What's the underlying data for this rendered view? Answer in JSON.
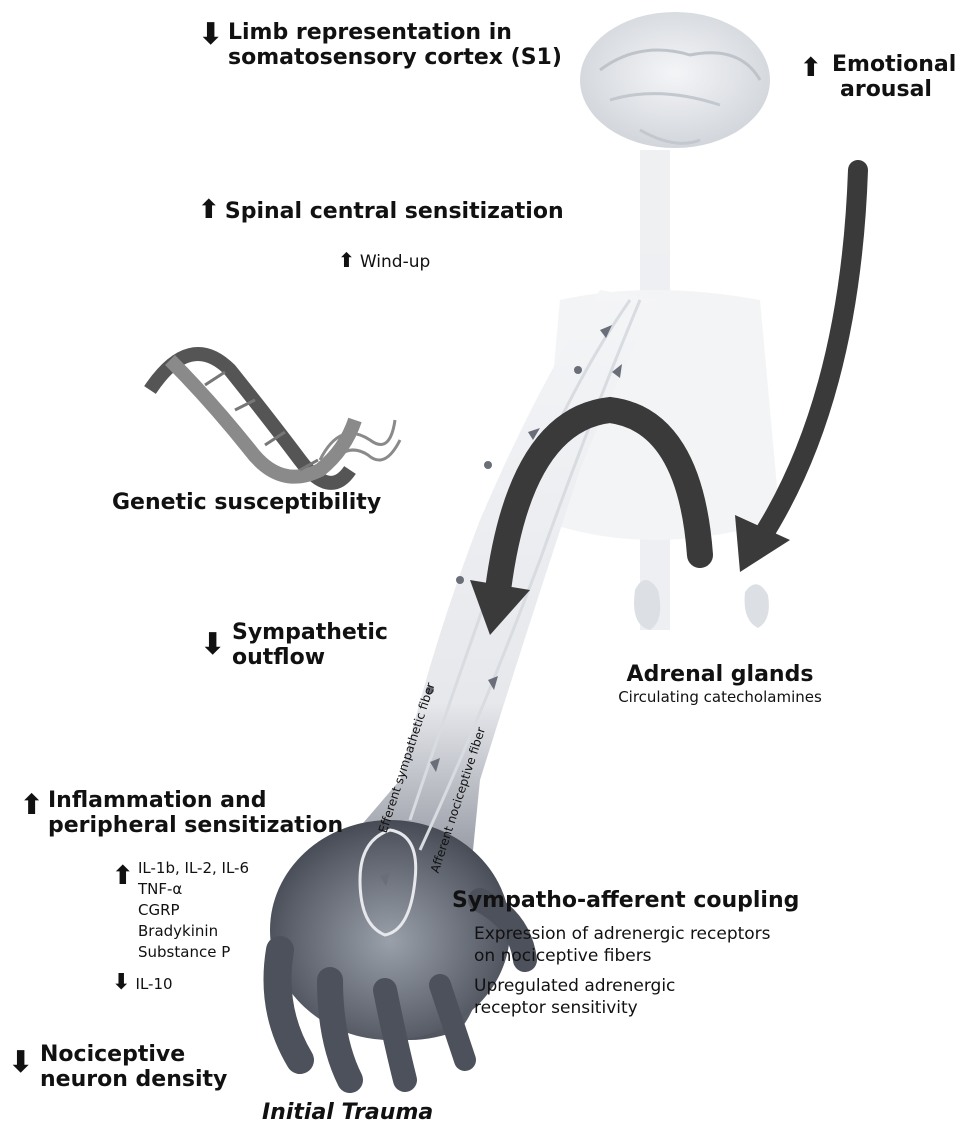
{
  "labels": {
    "limb_rep": [
      "Limb representation in",
      "somatosensory cortex (S1)"
    ],
    "emotional": [
      "Emotional",
      "arousal"
    ],
    "spinal": "Spinal central sensitization",
    "windup": "Wind-up",
    "genetic": "Genetic susceptibility",
    "sympathetic_outflow": [
      "Sympathetic",
      "outflow"
    ],
    "adrenal_title": "Adrenal glands",
    "adrenal_sub": "Circulating  catecholamines",
    "efferent": "Efferent sympathetic fiber",
    "afferent": "Afferent nociceptive fiber",
    "inflammation": [
      "Inflammation and",
      "peripheral sensitization"
    ],
    "cytokines_up": [
      "IL-1b, IL-2, IL-6",
      "TNF-α",
      "CGRP",
      "Bradykinin",
      "Substance P"
    ],
    "cytokine_down": "IL-10",
    "coupling_title": "Sympatho-afferent coupling",
    "coupling_items": [
      "Expression of adrenergic receptors",
      "on nociceptive fibers",
      "Upregulated adrenergic",
      "receptor sensitivity"
    ],
    "nociceptive": [
      "Nociceptive",
      "neuron density"
    ],
    "trauma": "Initial Trauma"
  },
  "icons": {
    "up": "up-arrow-icon",
    "down": "down-arrow-icon"
  },
  "colors": {
    "arrow_dark": "#3a3a3a",
    "body_shade": "#dfe2e6",
    "hand_shade": "#5a5e6a"
  }
}
